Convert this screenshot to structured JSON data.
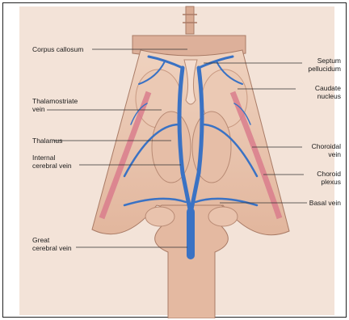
{
  "labels": {
    "corpus_callosum": "Corpus callosum",
    "septum_pellucidum": "Septum\npellucidum",
    "caudate_nucleus": "Caudate\nnucleus",
    "thalamostriate_vein": "Thalamostriate\nvein",
    "thalamus": "Thalamus",
    "choroidal_vein": "Choroidal\nvein",
    "internal_cerebral_vein": "Internal\ncerebral vein",
    "choroid_plexus": "Choroid\nplexus",
    "basal_vein": "Basal vein",
    "great_cerebral_vein": "Great\ncerebral vein"
  },
  "colors": {
    "vein": "#3a72c4",
    "tissue": "#e9c4ae",
    "tissue_dark": "#c99a82",
    "plexus": "#d97c8c",
    "leader": "#333333"
  }
}
